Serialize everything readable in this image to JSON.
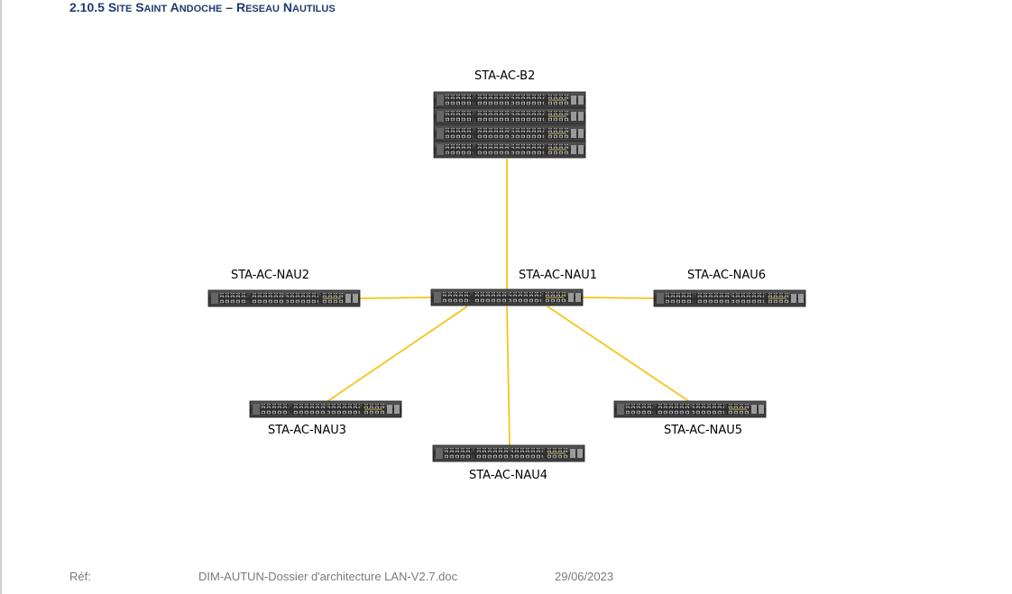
{
  "heading": {
    "number": "2.10.5",
    "title_parts": [
      {
        "cap": "S",
        "rest": "ITE"
      },
      {
        "cap": "S",
        "rest": "AINT"
      },
      {
        "cap": "A",
        "rest": "NDOCHE"
      },
      {
        "cap": "–",
        "rest": ""
      },
      {
        "cap": "R",
        "rest": "ESEAU"
      },
      {
        "cap": "N",
        "rest": "AUTILUS"
      }
    ]
  },
  "nodes": {
    "b2": "STA-AC-B2",
    "nau1": "STA-AC-NAU1",
    "nau2": "STA-AC-NAU2",
    "nau3": "STA-AC-NAU3",
    "nau4": "STA-AC-NAU4",
    "nau5": "STA-AC-NAU5",
    "nau6": "STA-AC-NAU6"
  },
  "colors": {
    "link": "#f5c518",
    "heading": "#1f3b6e",
    "switch_body": "#3a3a3a"
  },
  "footer": {
    "ref_label": "Réf:",
    "document": "DIM-AUTUN-Dossier d'architecture LAN-V2.7.doc",
    "date": "29/06/2023"
  }
}
